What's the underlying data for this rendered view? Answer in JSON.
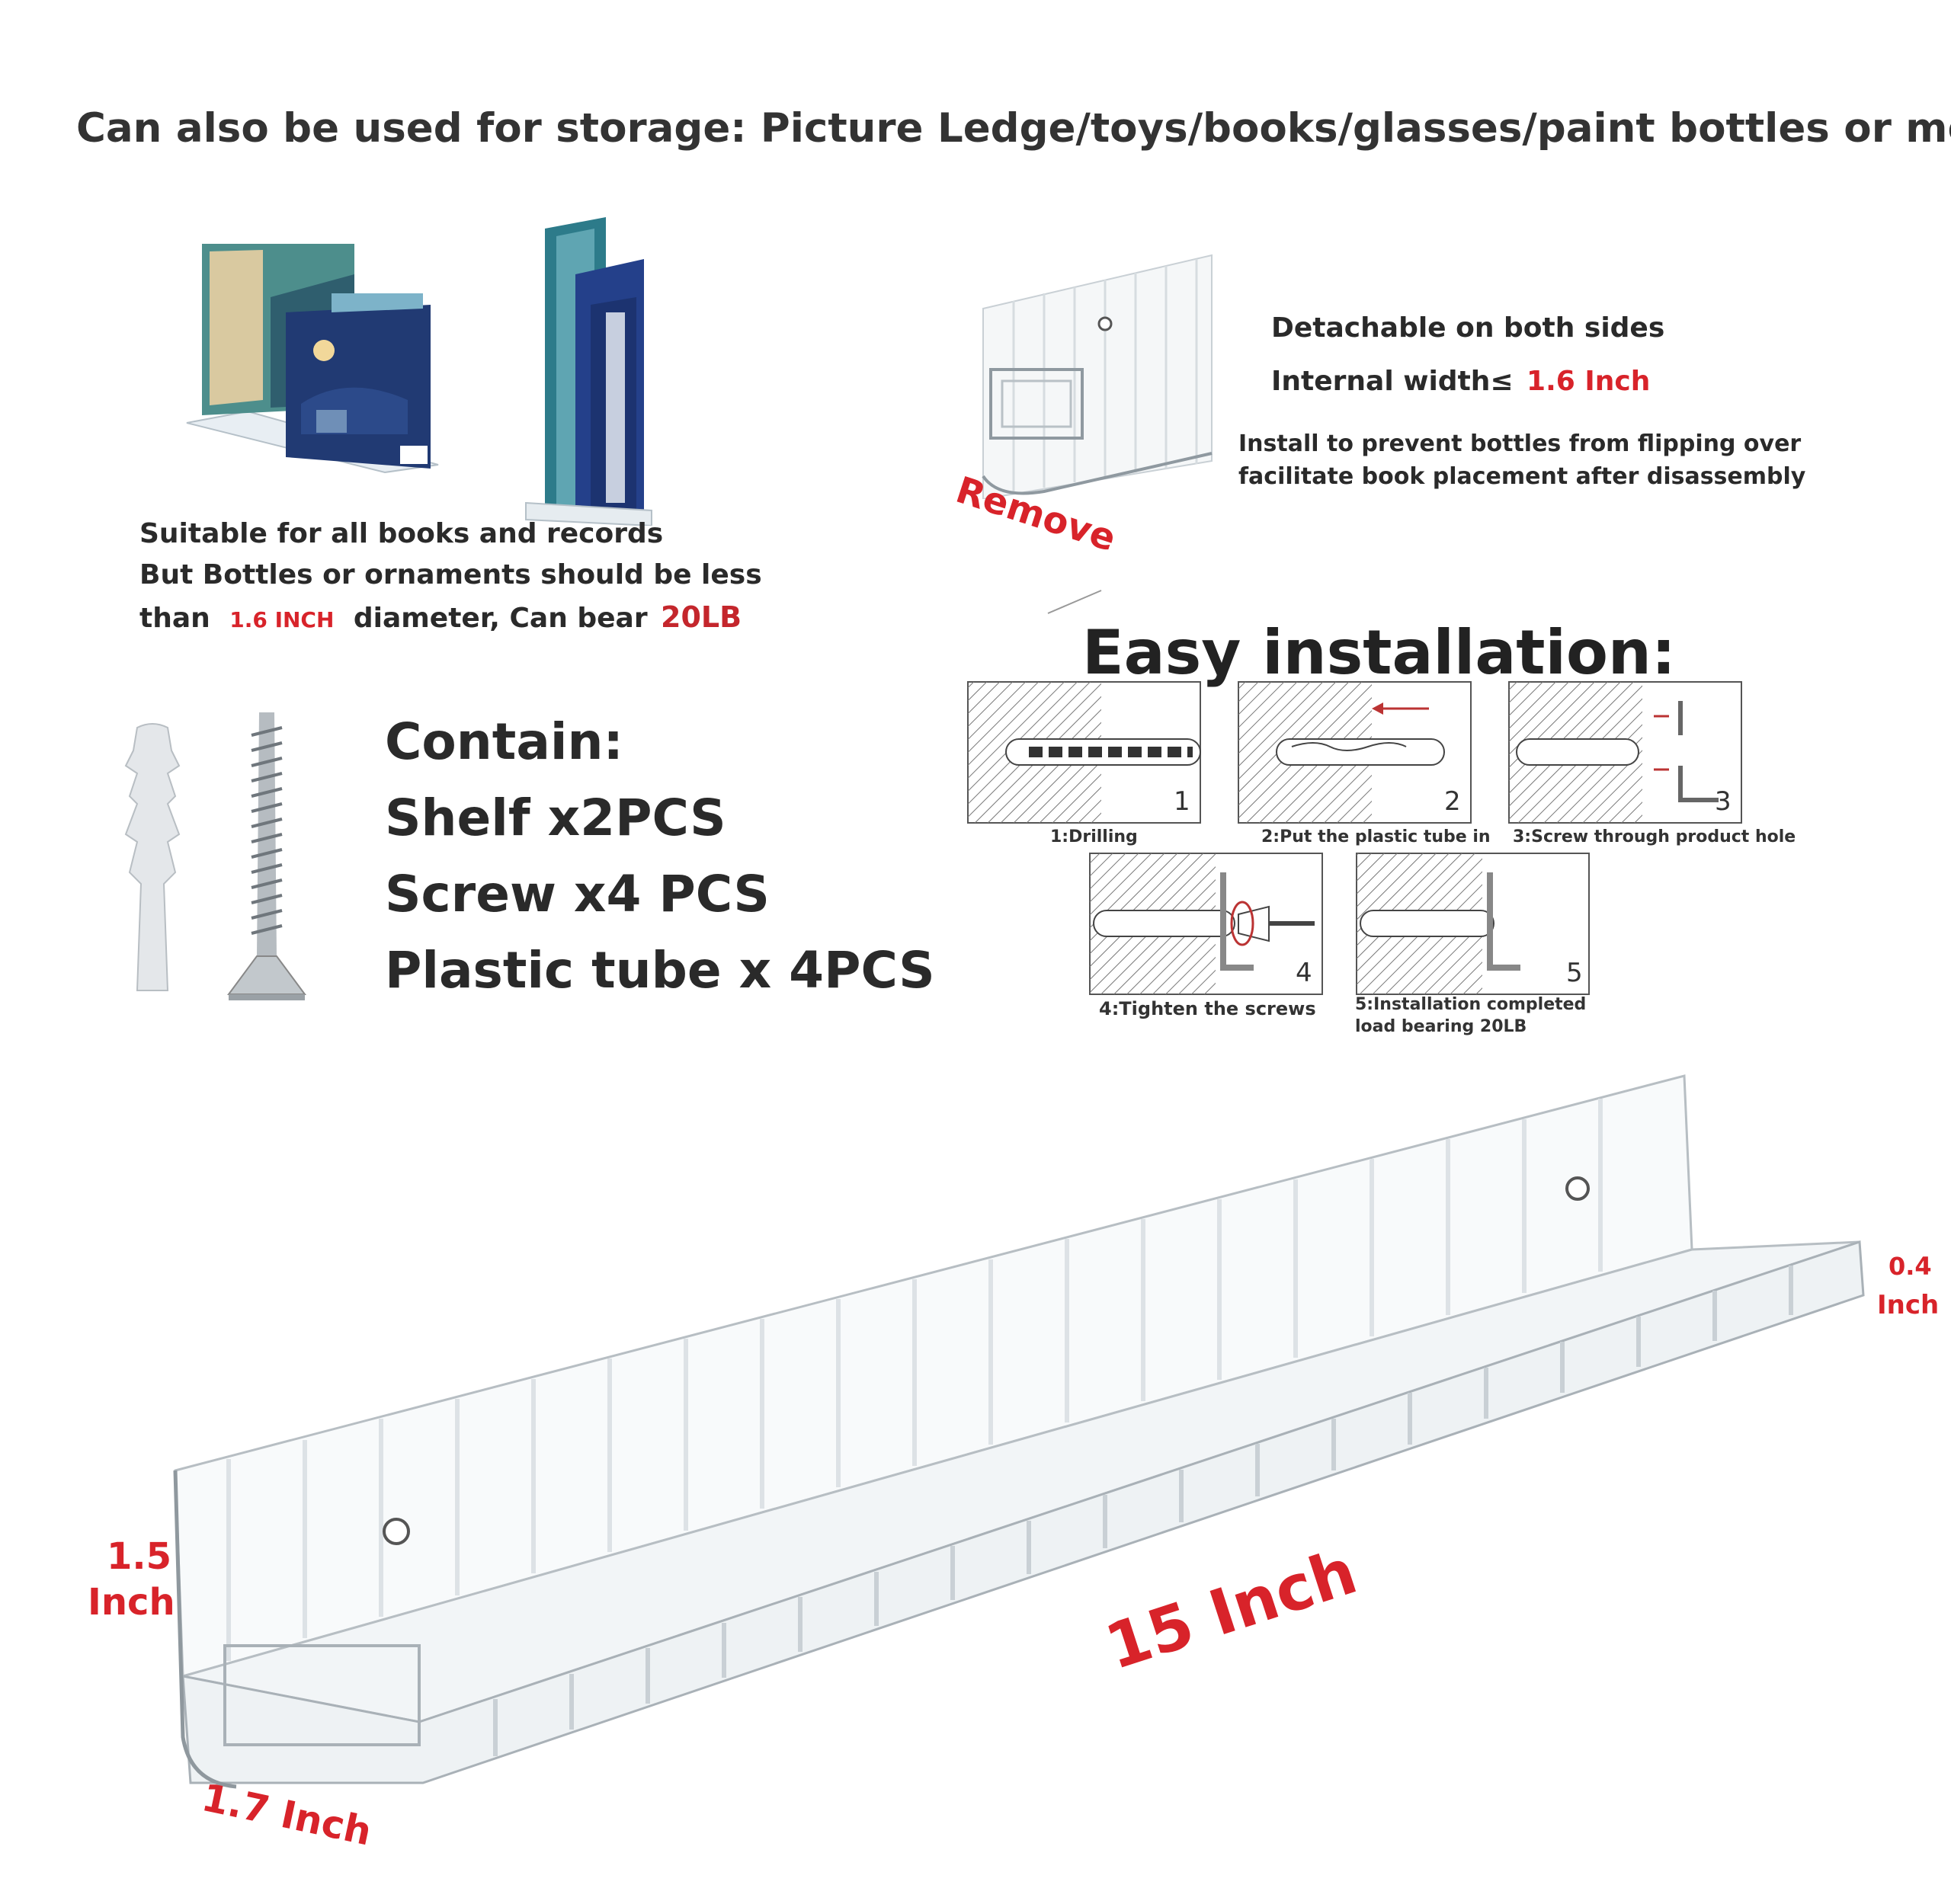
{
  "header": {
    "title": "Can also be used for storage: Picture Ledge/toys/books/glasses/paint bottles or more"
  },
  "books_panel": {
    "line1": "Suitable for all books and records",
    "line2": "But Bottles or ornaments should be less",
    "line3_prefix": "than",
    "line3_size": "1.6 INCH",
    "line3_middle": "diameter, Can bear",
    "line3_weight": "20LB"
  },
  "detach_panel": {
    "remove_label": "Remove",
    "title": "Detachable on both sides",
    "width_label": "Internal width≤",
    "width_value": "1.6 Inch",
    "note_line1": "Install to prevent bottles from flipping over",
    "note_line2": "facilitate book placement after disassembly"
  },
  "contents": {
    "heading": "Contain:",
    "items": [
      "Shelf x2PCS",
      "Screw x4 PCS",
      "Plastic tube x 4PCS"
    ]
  },
  "installation": {
    "heading": "Easy installation:",
    "steps": [
      {
        "number": "1",
        "caption": "1:Drilling"
      },
      {
        "number": "2",
        "caption": "2:Put the plastic tube in"
      },
      {
        "number": "3",
        "caption": "3:Screw through product hole"
      },
      {
        "number": "4",
        "caption": "4:Tighten the screws"
      },
      {
        "number": "5",
        "caption": "5:Installation completed",
        "caption2": "load bearing 20LB"
      }
    ]
  },
  "dimensions": {
    "length": "15 Inch",
    "height_value": "1.5",
    "height_unit": "Inch",
    "depth": "1.7 Inch",
    "lip_value": "0.4",
    "lip_unit": "Inch"
  },
  "colors": {
    "accent_red": "#d8232a",
    "text_dark": "#2a2a2a"
  }
}
